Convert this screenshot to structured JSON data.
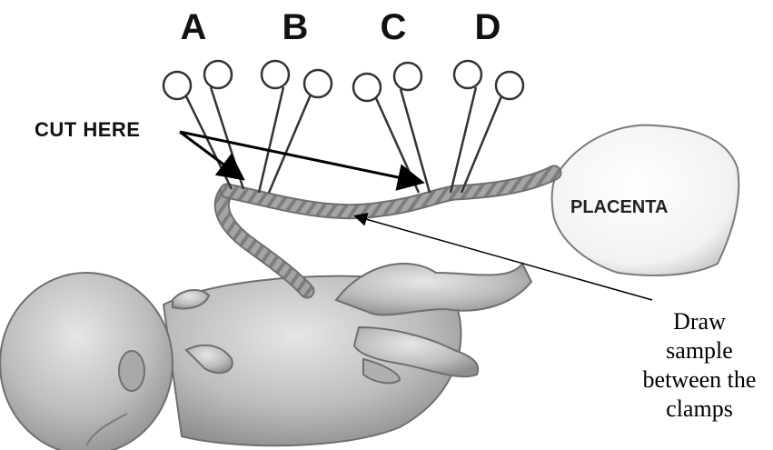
{
  "clamps": [
    "A",
    "B",
    "C",
    "D"
  ],
  "cut_label": "CUT HERE",
  "placenta_label": "PLACENTA",
  "draw_note": [
    "Draw",
    "sample",
    "between the",
    "clamps"
  ]
}
